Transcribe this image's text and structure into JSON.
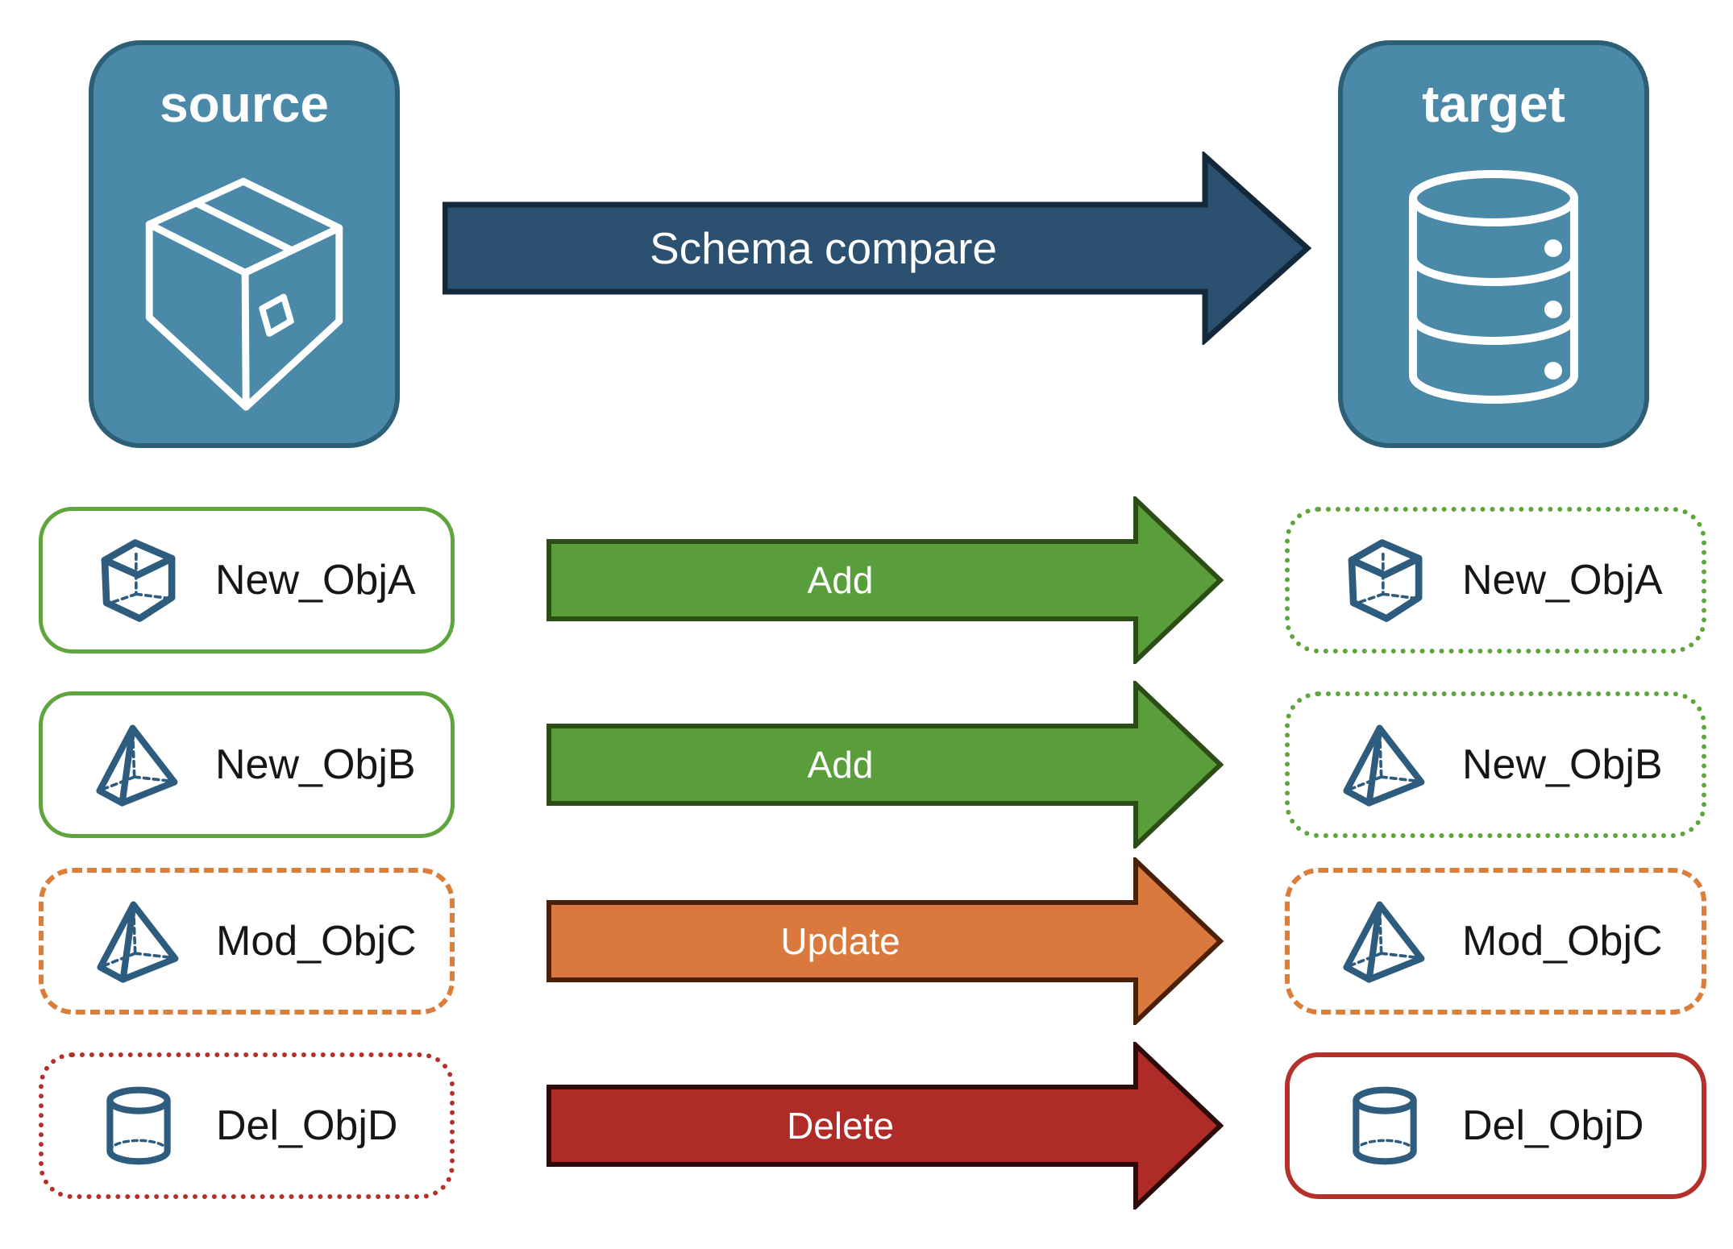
{
  "header": {
    "source": {
      "label": "source",
      "icon": "package-icon"
    },
    "target": {
      "label": "target",
      "icon": "database-icon"
    },
    "compare_arrow": {
      "label": "Schema compare"
    }
  },
  "rows": [
    {
      "change": "add",
      "left": {
        "label": "New_ObjA",
        "icon": "cube-icon",
        "border_style": "solid-green"
      },
      "arrow": {
        "label": "Add",
        "color": "#5a9e3c"
      },
      "right": {
        "label": "New_ObjA",
        "icon": "cube-icon",
        "border_style": "dotted-green"
      }
    },
    {
      "change": "add",
      "left": {
        "label": "New_ObjB",
        "icon": "pyramid-icon",
        "border_style": "solid-green"
      },
      "arrow": {
        "label": "Add",
        "color": "#5a9e3c"
      },
      "right": {
        "label": "New_ObjB",
        "icon": "pyramid-icon",
        "border_style": "dotted-green"
      }
    },
    {
      "change": "update",
      "left": {
        "label": "Mod_ObjC",
        "icon": "pyramid-icon",
        "border_style": "dashed-orange"
      },
      "arrow": {
        "label": "Update",
        "color": "#d9793d"
      },
      "right": {
        "label": "Mod_ObjC",
        "icon": "pyramid-icon",
        "border_style": "dashed-orange"
      }
    },
    {
      "change": "delete",
      "left": {
        "label": "Del_ObjD",
        "icon": "cylinder-icon",
        "border_style": "dotted-red"
      },
      "arrow": {
        "label": "Delete",
        "color": "#af2b27"
      },
      "right": {
        "label": "Del_ObjD",
        "icon": "cylinder-icon",
        "border_style": "solid-red"
      }
    }
  ],
  "colors": {
    "slate_fill": "#4b89a9",
    "slate_border": "#2d5f77",
    "navy_fill": "#2c5170",
    "navy_border": "#13283a",
    "green_fill": "#5a9e3c",
    "green_border": "#2c4d16",
    "green_card": "#5fa53e",
    "orange_fill": "#d9793d",
    "orange_border": "#4a2008",
    "orange_card": "#db7d3b",
    "red_fill": "#af2b27",
    "red_border": "#2e0b0b",
    "red_card": "#b5302a",
    "icon_blue": "#2e5c7e",
    "text_color": "#161616"
  }
}
